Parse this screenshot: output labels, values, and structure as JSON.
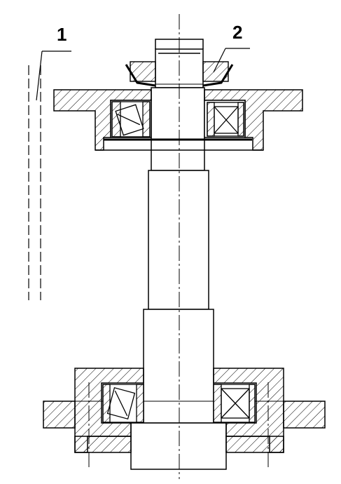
{
  "callouts": [
    {
      "id": "1",
      "text": "1"
    },
    {
      "id": "2",
      "text": "2"
    }
  ],
  "colors": {
    "stroke": "#000000",
    "background": "#ffffff",
    "hatch": "#000000"
  }
}
